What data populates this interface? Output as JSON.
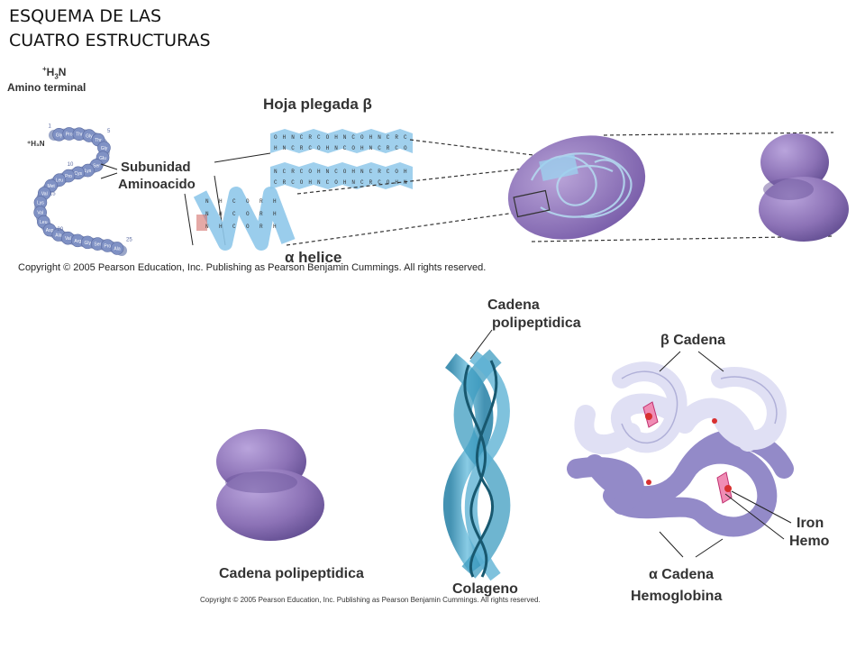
{
  "title_lines": [
    "ESQUEMA DE LAS",
    "CUATRO ESTRUCTURAS"
  ],
  "top": {
    "amino_formula": "+H3N",
    "amino_terminal": "Amino terminal",
    "subunidad": "Subunidad",
    "aminoacido": "Aminoacido",
    "hoja_plegada": "Hoja  plegada β",
    "helice": "α helice",
    "copyright": "Copyright © 2005 Pearson Education, Inc. Publishing as Pearson Benjamin Cummings. All rights reserved."
  },
  "bottom": {
    "cadena_label": "Cadena",
    "polipeptidica_label": "polipeptidica",
    "cadena_polipeptidica": "Cadena polipeptidica",
    "colageno": "Colageno",
    "beta_cadena": "β Cadena",
    "alpha_cadena": "α Cadena",
    "hemoglobina": "Hemoglobina",
    "iron": "Iron",
    "hemo": "Hemo",
    "copyright": "Copyright © 2005 Pearson Education, Inc. Publishing as Pearson Benjamin Cummings. All rights reserved."
  },
  "sequence": [
    "Gly",
    "Pro",
    "Thr",
    "Gly",
    "Thr",
    "Gly",
    "Glu",
    "Ser",
    "Lys",
    "Cys",
    "Pro",
    "Leu",
    "Met",
    "Val",
    "Lys",
    "Val",
    "Leu",
    "Asp",
    "Ala",
    "Val",
    "Arg",
    "Gly",
    "Ser",
    "Pro",
    "Ala"
  ],
  "sequence_numbers": [
    "1",
    "5",
    "10",
    "15",
    "20",
    "25"
  ],
  "colors": {
    "purple": "#8c72b6",
    "purple_dark": "#5e4a8e",
    "sheet_blue": "#8fc8ea",
    "collagen": "#3e9cc0",
    "hb_light": "#e0e0f4",
    "hb_dark": "#8e84c6",
    "heme": "#e04080"
  }
}
